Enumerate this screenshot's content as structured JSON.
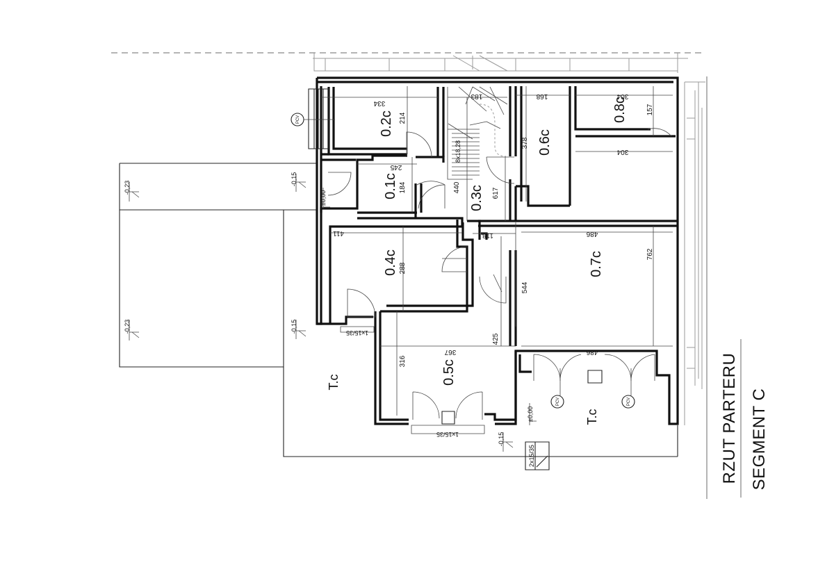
{
  "title": {
    "line1": "RZUT PARTERU",
    "line2": "SEGMENT C"
  },
  "rooms": [
    {
      "id": "r01",
      "label": "0.1c"
    },
    {
      "id": "r02",
      "label": "0.2c"
    },
    {
      "id": "r03",
      "label": "0.3c"
    },
    {
      "id": "r04",
      "label": "0.4c"
    },
    {
      "id": "r05",
      "label": "0.5c"
    },
    {
      "id": "r06",
      "label": "0.6c"
    },
    {
      "id": "r07",
      "label": "0.7c"
    },
    {
      "id": "r08",
      "label": "0.8c"
    }
  ],
  "terrace_labels": [
    "T.c",
    "T.c"
  ],
  "dimensions": {
    "d334": "334",
    "d214": "214",
    "d183": "183",
    "d168": "168",
    "d304a": "304",
    "d157": "157",
    "d304b": "304",
    "d378": "378",
    "d245": "245",
    "d184": "184",
    "d440": "440",
    "d617": "617",
    "d411": "411",
    "d118": "118",
    "d486a": "486",
    "d288": "288",
    "d762": "762",
    "d544": "544",
    "d425": "425",
    "d367": "367",
    "d316": "316",
    "d486b": "486",
    "d28": "8x18,28"
  },
  "levels": {
    "l1": "-0,23",
    "l2": "-0,15",
    "l3": "±0,00",
    "l4": "-0,23",
    "l5": "-0,15",
    "l6": "±0,00",
    "l7": "-0,15"
  },
  "stair_notes": {
    "s1": "1x15/35",
    "s2": "1x15/35",
    "s3": "2x15/35"
  },
  "pcv_label": "PCV"
}
